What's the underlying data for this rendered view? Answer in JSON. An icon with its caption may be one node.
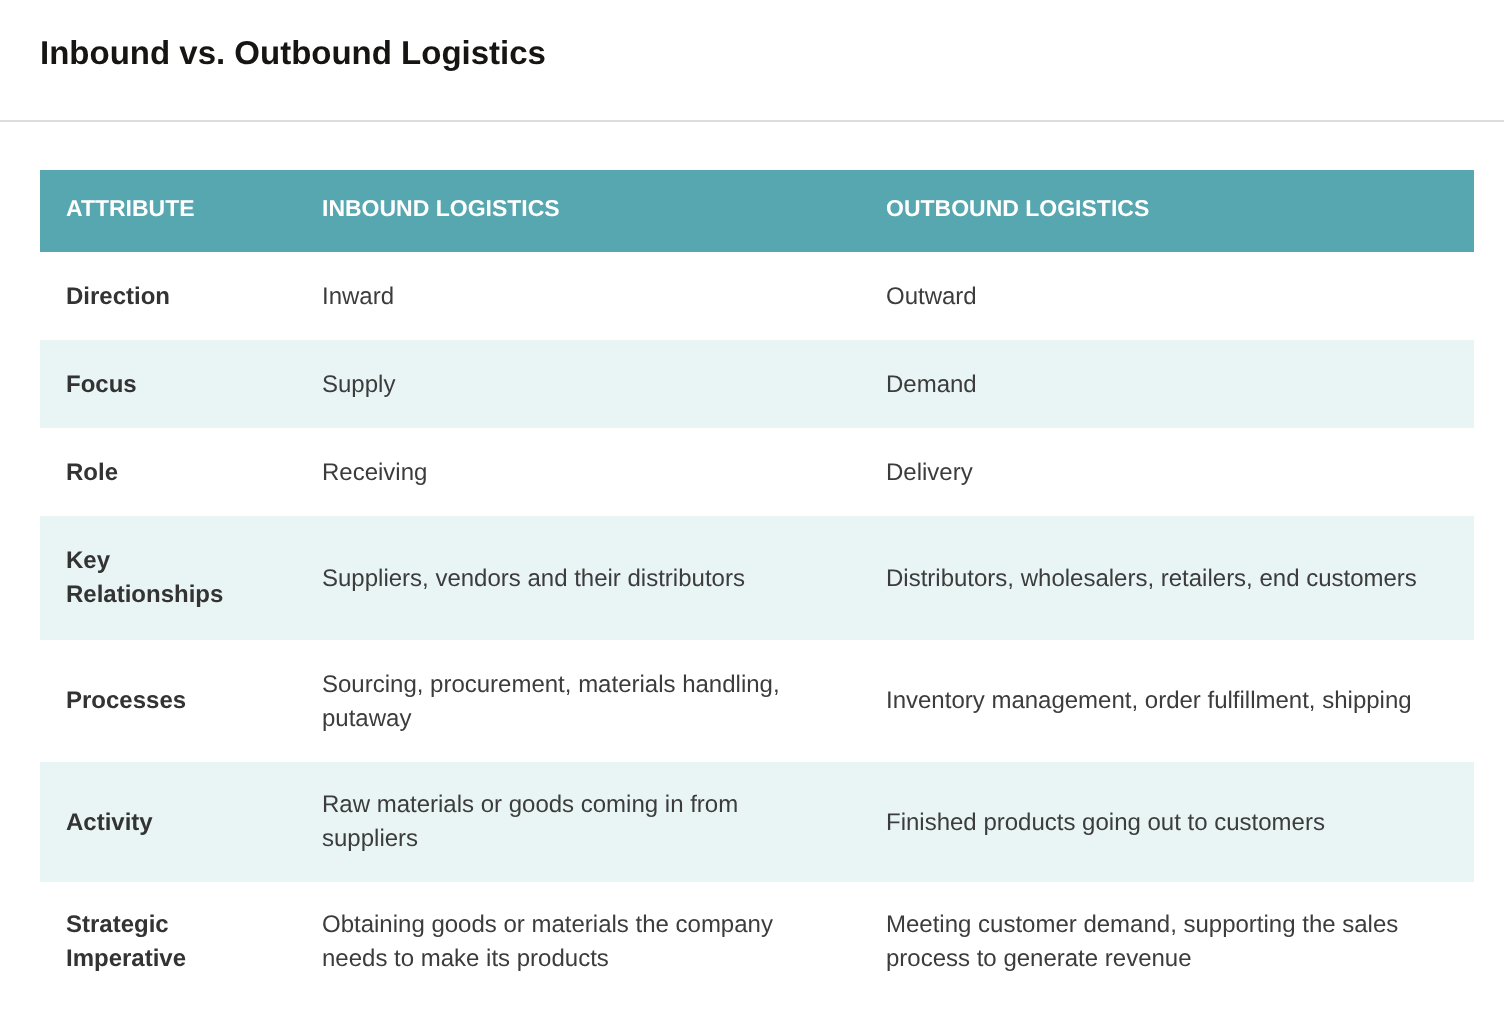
{
  "diagram": {
    "title": "Inbound vs. Outbound Logistics",
    "labels": [
      "ATTRIBUTE",
      "INBOUND LOGISTICS",
      "OUTBOUND LOGISTICS",
      "Direction",
      "Inward",
      "Outward",
      "Focus",
      "Supply",
      "Demand",
      "Role",
      "Receiving",
      "Delivery",
      "Key Relationships",
      "Suppliers, vendors and their distributors",
      "Distributors, wholesalers, retailers, end customers",
      "Processes",
      "Sourcing, procurement, materials handling, putaway",
      "Inventory management, order fulfillment, shipping",
      "Activity",
      "Raw materials or goods coming in from suppliers",
      "Finished products going out to customers",
      "Strategic Imperative",
      "Obtaining goods or materials the company needs to make its products",
      "Meeting customer demand, supporting the sales process to generate revenue"
    ]
  }
}
